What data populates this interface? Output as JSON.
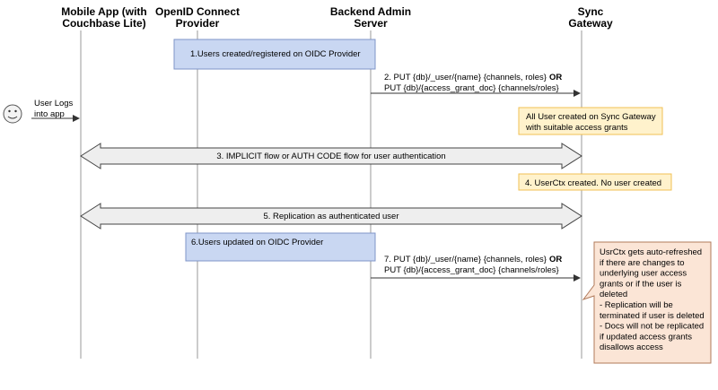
{
  "colors": {
    "blue_box_fill": "#c9d7f2",
    "blue_box_stroke": "#7f95c8",
    "yellow_box_fill": "#fff2cc",
    "yellow_box_stroke": "#f0c054",
    "note_fill": "#fbe5d6",
    "note_stroke": "#b07a5a",
    "lifeline": "#9a9a9a",
    "flow_fill": "#eeeeee"
  },
  "icons": {
    "user": "smiley-face-icon"
  },
  "lanes": {
    "mobile": "Mobile App (with\nCouchbase Lite)",
    "oidc": "OpenID Connect\nProvider",
    "backend": "Backend Admin\nServer",
    "sync": "Sync\nGateway"
  },
  "user_label": "User Logs\ninto app",
  "step1": "1.Users created/registered on OIDC Provider",
  "step2": {
    "line1": "2. PUT {db}/_user/{name}  {channels, roles}",
    "or": "OR",
    "line2": "PUT {db}/{access_grant_doc} {channels/roles}"
  },
  "note_user_created": "All User created on Sync Gateway\nwith suitable access grants",
  "step3": "3. IMPLICIT flow or AUTH CODE flow for user authentication",
  "step4": "4. UserCtx created. No user created",
  "step5": "5. Replication as authenticated user",
  "step6": "6.Users updated on OIDC Provider",
  "step7": {
    "line1": "7. PUT {db}/_user/{name}  {channels, roles}",
    "or": "OR",
    "line2": "PUT {db}/{access_grant_doc} {channels/roles}"
  },
  "usrctx_note": "UsrCtx gets auto-refreshed\nif there are changes to\nunderlying  user access\ngrants or if the user is\ndeleted\n- Replication will be\nterminated if user is deleted\n- Docs will not be replicated\nif updated access grants\ndisallows access"
}
